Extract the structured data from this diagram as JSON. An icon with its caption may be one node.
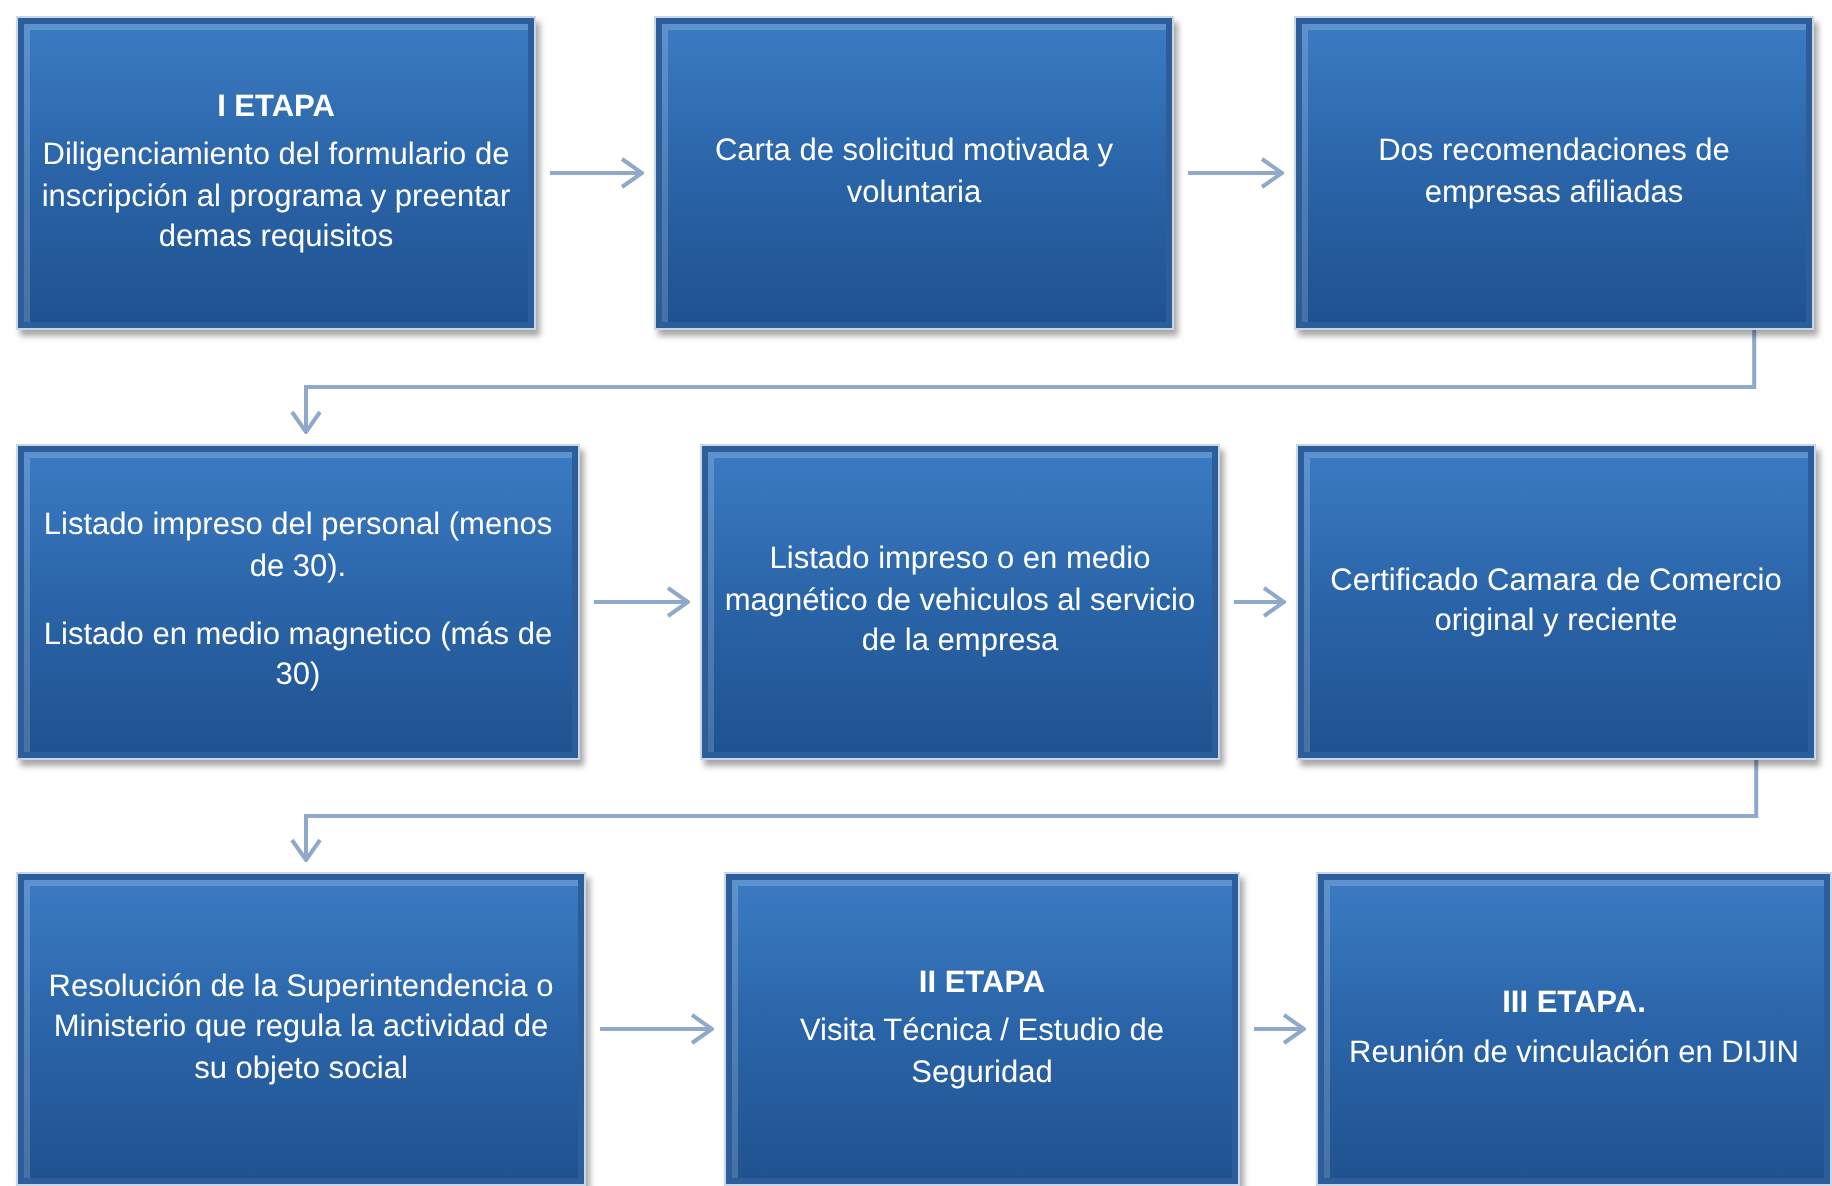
{
  "diagram": {
    "nodes": [
      {
        "text": [
          "I ETAPA",
          "Diligenciamiento del formulario de inscripción al programa y preentar demas requisitos"
        ]
      },
      {
        "text": [
          "Carta de solicitud motivada y voluntaria"
        ]
      },
      {
        "text": [
          "Dos recomendaciones de empresas afiliadas"
        ]
      },
      {
        "text": [
          "Listado impreso del personal (menos de 30).",
          "Listado en medio magnetico (más de 30)"
        ]
      },
      {
        "text": [
          "Listado impreso o en medio magnético de vehiculos al servicio de la empresa"
        ]
      },
      {
        "text": [
          "Certificado Camara de Comercio original y reciente"
        ]
      },
      {
        "text": [
          "Resolución de la Superintendencia o Ministerio que regula la actividad de su objeto social"
        ]
      },
      {
        "text": [
          "II ETAPA",
          "Visita Técnica / Estudio de Seguridad"
        ]
      },
      {
        "text": [
          "III ETAPA.",
          "Reunión de vinculación en DIJIN"
        ]
      }
    ],
    "edges": [
      {
        "from": 0,
        "to": 1,
        "arrow": "to"
      },
      {
        "from": 1,
        "to": 2,
        "arrow": "to"
      },
      {
        "from": 2,
        "to": 3,
        "arrow": "to"
      },
      {
        "from": 3,
        "to": 4,
        "arrow": "to"
      },
      {
        "from": 4,
        "to": 5,
        "arrow": "to"
      },
      {
        "from": 5,
        "to": 6,
        "arrow": "to"
      },
      {
        "from": 6,
        "to": 7,
        "arrow": "to"
      },
      {
        "from": 7,
        "to": 8,
        "arrow": "to"
      }
    ]
  }
}
